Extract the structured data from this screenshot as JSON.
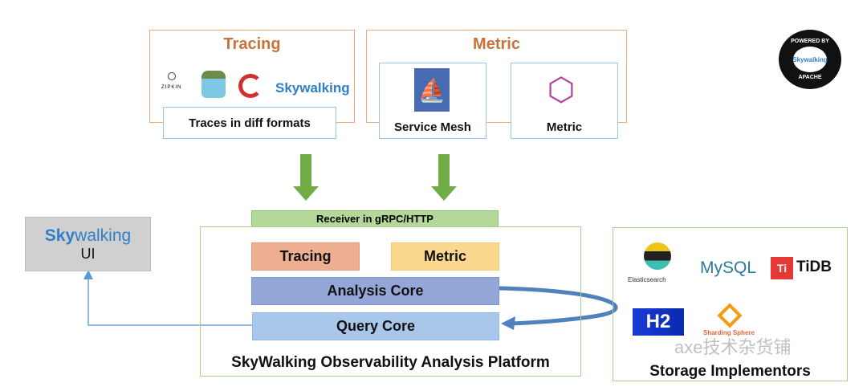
{
  "tracing": {
    "title": "Tracing",
    "logos": [
      "ZIPKIN",
      "gopher",
      "catchpoint",
      "Skywalking"
    ],
    "caption": "Traces in diff formats"
  },
  "metric": {
    "title": "Metric",
    "service_mesh": "Service Mesh",
    "metric": "Metric"
  },
  "badge": {
    "top": "POWERED BY",
    "bottom": "APACHE",
    "logo": "Skywalking"
  },
  "ui": {
    "logo_a": "Sky",
    "logo_b": "walking",
    "label": "UI"
  },
  "platform": {
    "receiver": "Receiver in gRPC/HTTP",
    "tracing": "Tracing",
    "metric": "Metric",
    "analysis": "Analysis Core",
    "query": "Query Core",
    "title": "SkyWalking Observability Analysis Platform"
  },
  "storage": {
    "title": "Storage Implementors",
    "items": [
      "Elasticsearch",
      "MySQL",
      "TiDB",
      "H2",
      "Sharding Sphere"
    ]
  },
  "watermark": "axe技术杂货铺",
  "colors": {
    "orange": "#c8733a",
    "green": "#70ad47",
    "analysis": "#8ea0d6",
    "query": "#a7c6ea"
  }
}
